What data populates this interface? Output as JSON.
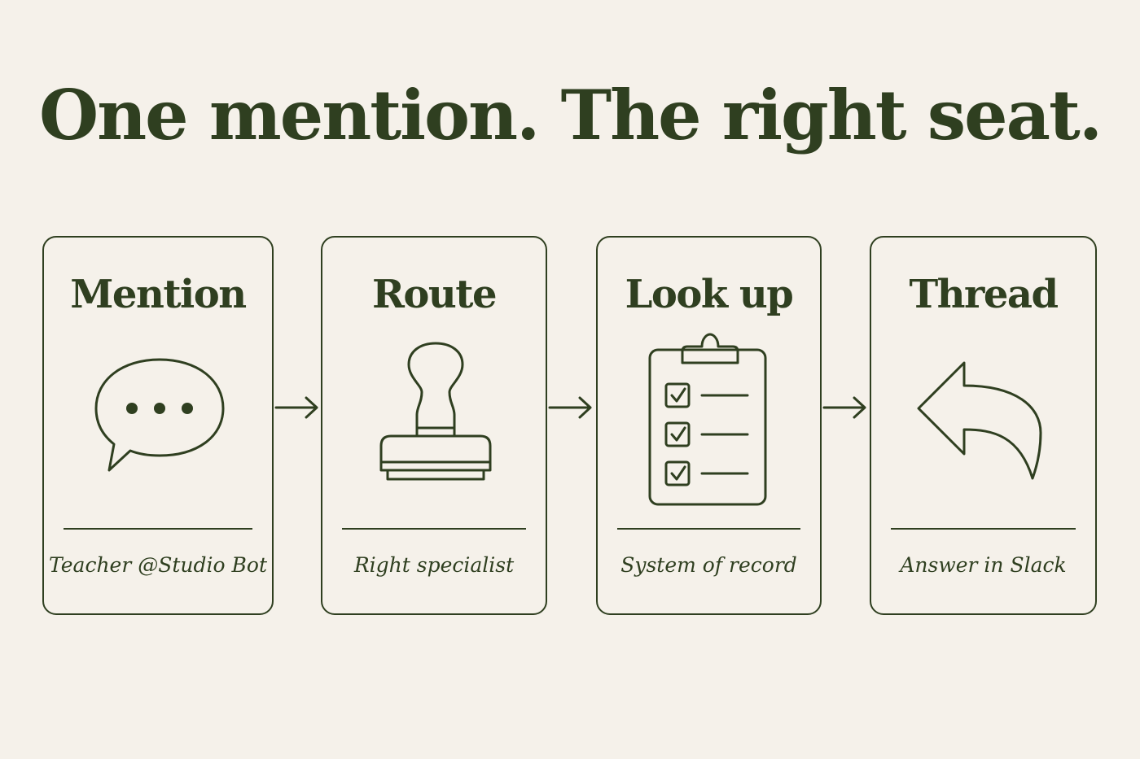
{
  "headline": "One mention. The right seat.",
  "steps": [
    {
      "title": "Mention",
      "caption": "Teacher @Studio Bot",
      "icon": "speech-bubble-icon"
    },
    {
      "title": "Route",
      "caption": "Right specialist",
      "icon": "stamp-icon"
    },
    {
      "title": "Look up",
      "caption": "System of record",
      "icon": "clipboard-checklist-icon"
    },
    {
      "title": "Thread",
      "caption": "Answer in Slack",
      "icon": "reply-arrow-icon"
    }
  ],
  "colors": {
    "background": "#f5f1ea",
    "ink": "#2f3f20"
  }
}
